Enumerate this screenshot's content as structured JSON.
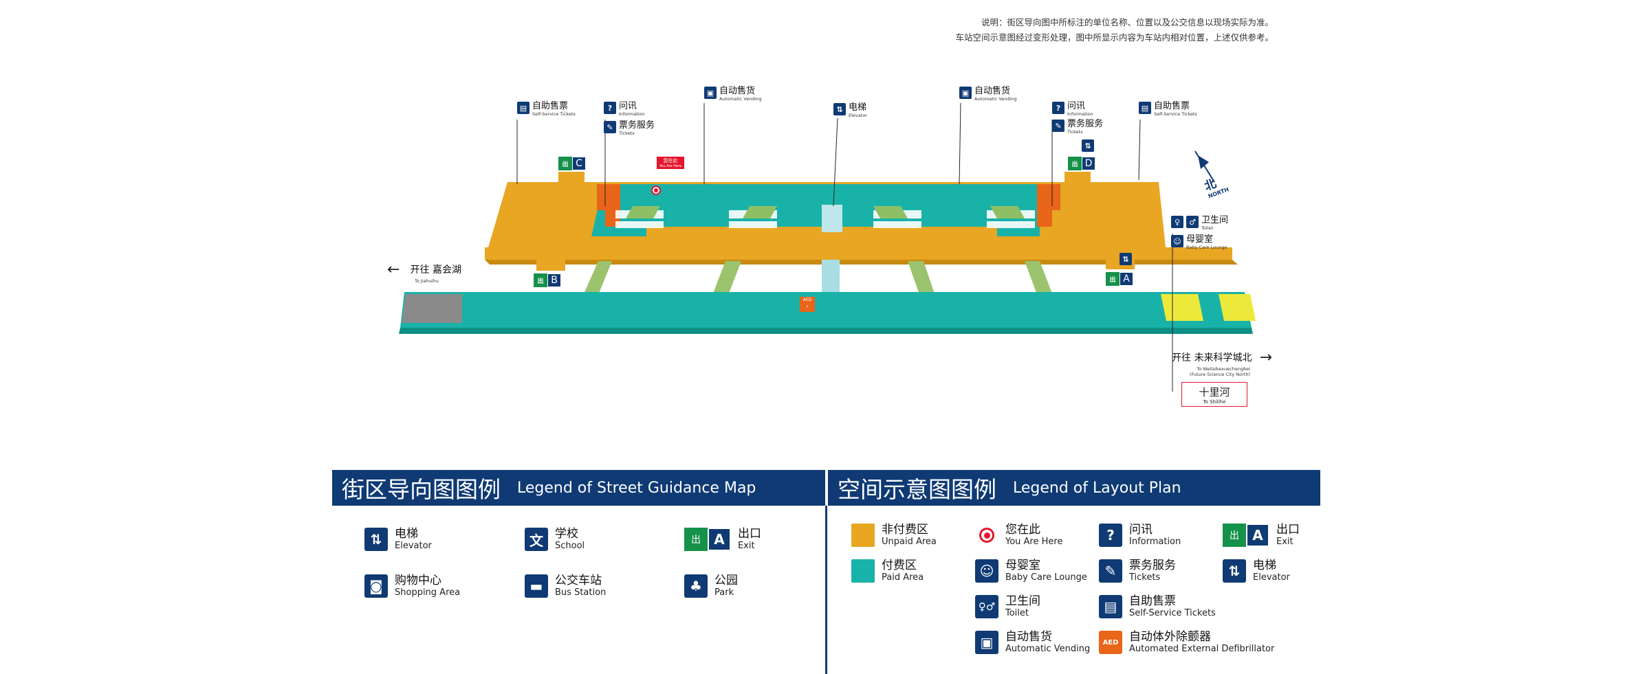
{
  "notes": {
    "line1": "说明：街区导向图中所标注的单位名称、位置以及公交信息以现场实际为准。",
    "line2": "车站空间示意图经过变形处理，图中所显示内容为车站内相对位置，上述仅供参考。"
  },
  "colors": {
    "unpaid": "#e8a623",
    "paid": "#19b2a8",
    "navy": "#0f3a74",
    "exit_green": "#16914a",
    "red": "#e3162d"
  },
  "callouts": [
    {
      "icon": "ticket-machine-icon",
      "cn": "自助售票",
      "en": "Self-Service Tickets"
    },
    {
      "icon": "info-icon",
      "cn": "问讯",
      "en": "Information"
    },
    {
      "icon": "ticket-service-icon",
      "cn": "票务服务",
      "en": "Tickets"
    },
    {
      "icon": "vending-icon",
      "cn": "自动售货",
      "en": "Automatic Vending"
    },
    {
      "icon": "elevator-icon",
      "cn": "电梯",
      "en": "Elevator"
    },
    {
      "icon": "vending-icon",
      "cn": "自动售货",
      "en": "Automatic Vending"
    },
    {
      "icon": "info-icon",
      "cn": "问讯",
      "en": "Information"
    },
    {
      "icon": "ticket-service-icon",
      "cn": "票务服务",
      "en": "Tickets"
    },
    {
      "icon": "ticket-machine-icon",
      "cn": "自助售票",
      "en": "Self-Service Tickets"
    },
    {
      "icon": "toilet-icon",
      "cn": "卫生间",
      "en": "Toilet"
    },
    {
      "icon": "baby-care-icon",
      "cn": "母婴室",
      "en": "Baby Care Lounge"
    }
  ],
  "exits": {
    "exit_icon_text": "出",
    "c": "C",
    "d": "D",
    "b": "B",
    "a": "A"
  },
  "you_are_here": {
    "cn": "您在此",
    "en": "You Are Here"
  },
  "north": {
    "cn": "北",
    "en": "NORTH"
  },
  "aed_mark": "AED",
  "directions": {
    "left": {
      "arrow": "←",
      "cn": "开往 嘉会湖",
      "en": "To Jiahuihu"
    },
    "right": {
      "arrow": "→",
      "cn": "开往 未来科学城北",
      "en": "To Weilaikexuechengbei",
      "en2": "(Future Science City North)"
    },
    "next": {
      "cn": "十里河",
      "en": "To Shilihe"
    }
  },
  "legend_street": {
    "title_cn": "街区导向图图例",
    "title_en": "Legend of Street Guidance Map",
    "items": [
      {
        "icon": "elevator-icon",
        "glyph": "⇅",
        "cn": "电梯",
        "en": "Elevator"
      },
      {
        "icon": "school-icon",
        "glyph": "文",
        "cn": "学校",
        "en": "School"
      },
      {
        "icon": "exit-icon",
        "glyph": "A",
        "cn": "出口",
        "en": "Exit"
      },
      {
        "icon": "shopping-icon",
        "glyph": "◙",
        "cn": "购物中心",
        "en": "Shopping Area"
      },
      {
        "icon": "bus-icon",
        "glyph": "▬",
        "cn": "公交车站",
        "en": "Bus Station"
      },
      {
        "icon": "park-icon",
        "glyph": "♣",
        "cn": "公园",
        "en": "Park"
      }
    ]
  },
  "legend_layout": {
    "title_cn": "空间示意图图例",
    "title_en": "Legend of Layout Plan",
    "items": [
      {
        "icon": "unpaid-swatch",
        "cn": "非付费区",
        "en": "Unpaid Area"
      },
      {
        "icon": "you-are-here-icon",
        "cn": "您在此",
        "en": "You Are Here"
      },
      {
        "icon": "info-icon",
        "glyph": "?",
        "cn": "问讯",
        "en": "Information"
      },
      {
        "icon": "exit-icon",
        "glyph": "A",
        "cn": "出口",
        "en": "Exit"
      },
      {
        "icon": "paid-swatch",
        "cn": "付费区",
        "en": "Paid Area"
      },
      {
        "icon": "baby-care-icon",
        "glyph": "☺",
        "cn": "母婴室",
        "en": "Baby Care Lounge"
      },
      {
        "icon": "ticket-service-icon",
        "glyph": "✎",
        "cn": "票务服务",
        "en": "Tickets"
      },
      {
        "icon": "elevator-icon",
        "glyph": "⇅",
        "cn": "电梯",
        "en": "Elevator"
      },
      {
        "icon": "toilet-icon",
        "glyph": "♀♂",
        "cn": "卫生间",
        "en": "Toilet"
      },
      {
        "icon": "ticket-machine-icon",
        "glyph": "▤",
        "cn": "自助售票",
        "en": "Self-Service Tickets"
      },
      {
        "icon": "vending-icon",
        "glyph": "▣",
        "cn": "自动售货",
        "en": "Automatic Vending"
      },
      {
        "icon": "aed-icon",
        "glyph": "AED",
        "cn": "自动体外除颤器",
        "en": "Automated External Defibrillator"
      }
    ]
  }
}
